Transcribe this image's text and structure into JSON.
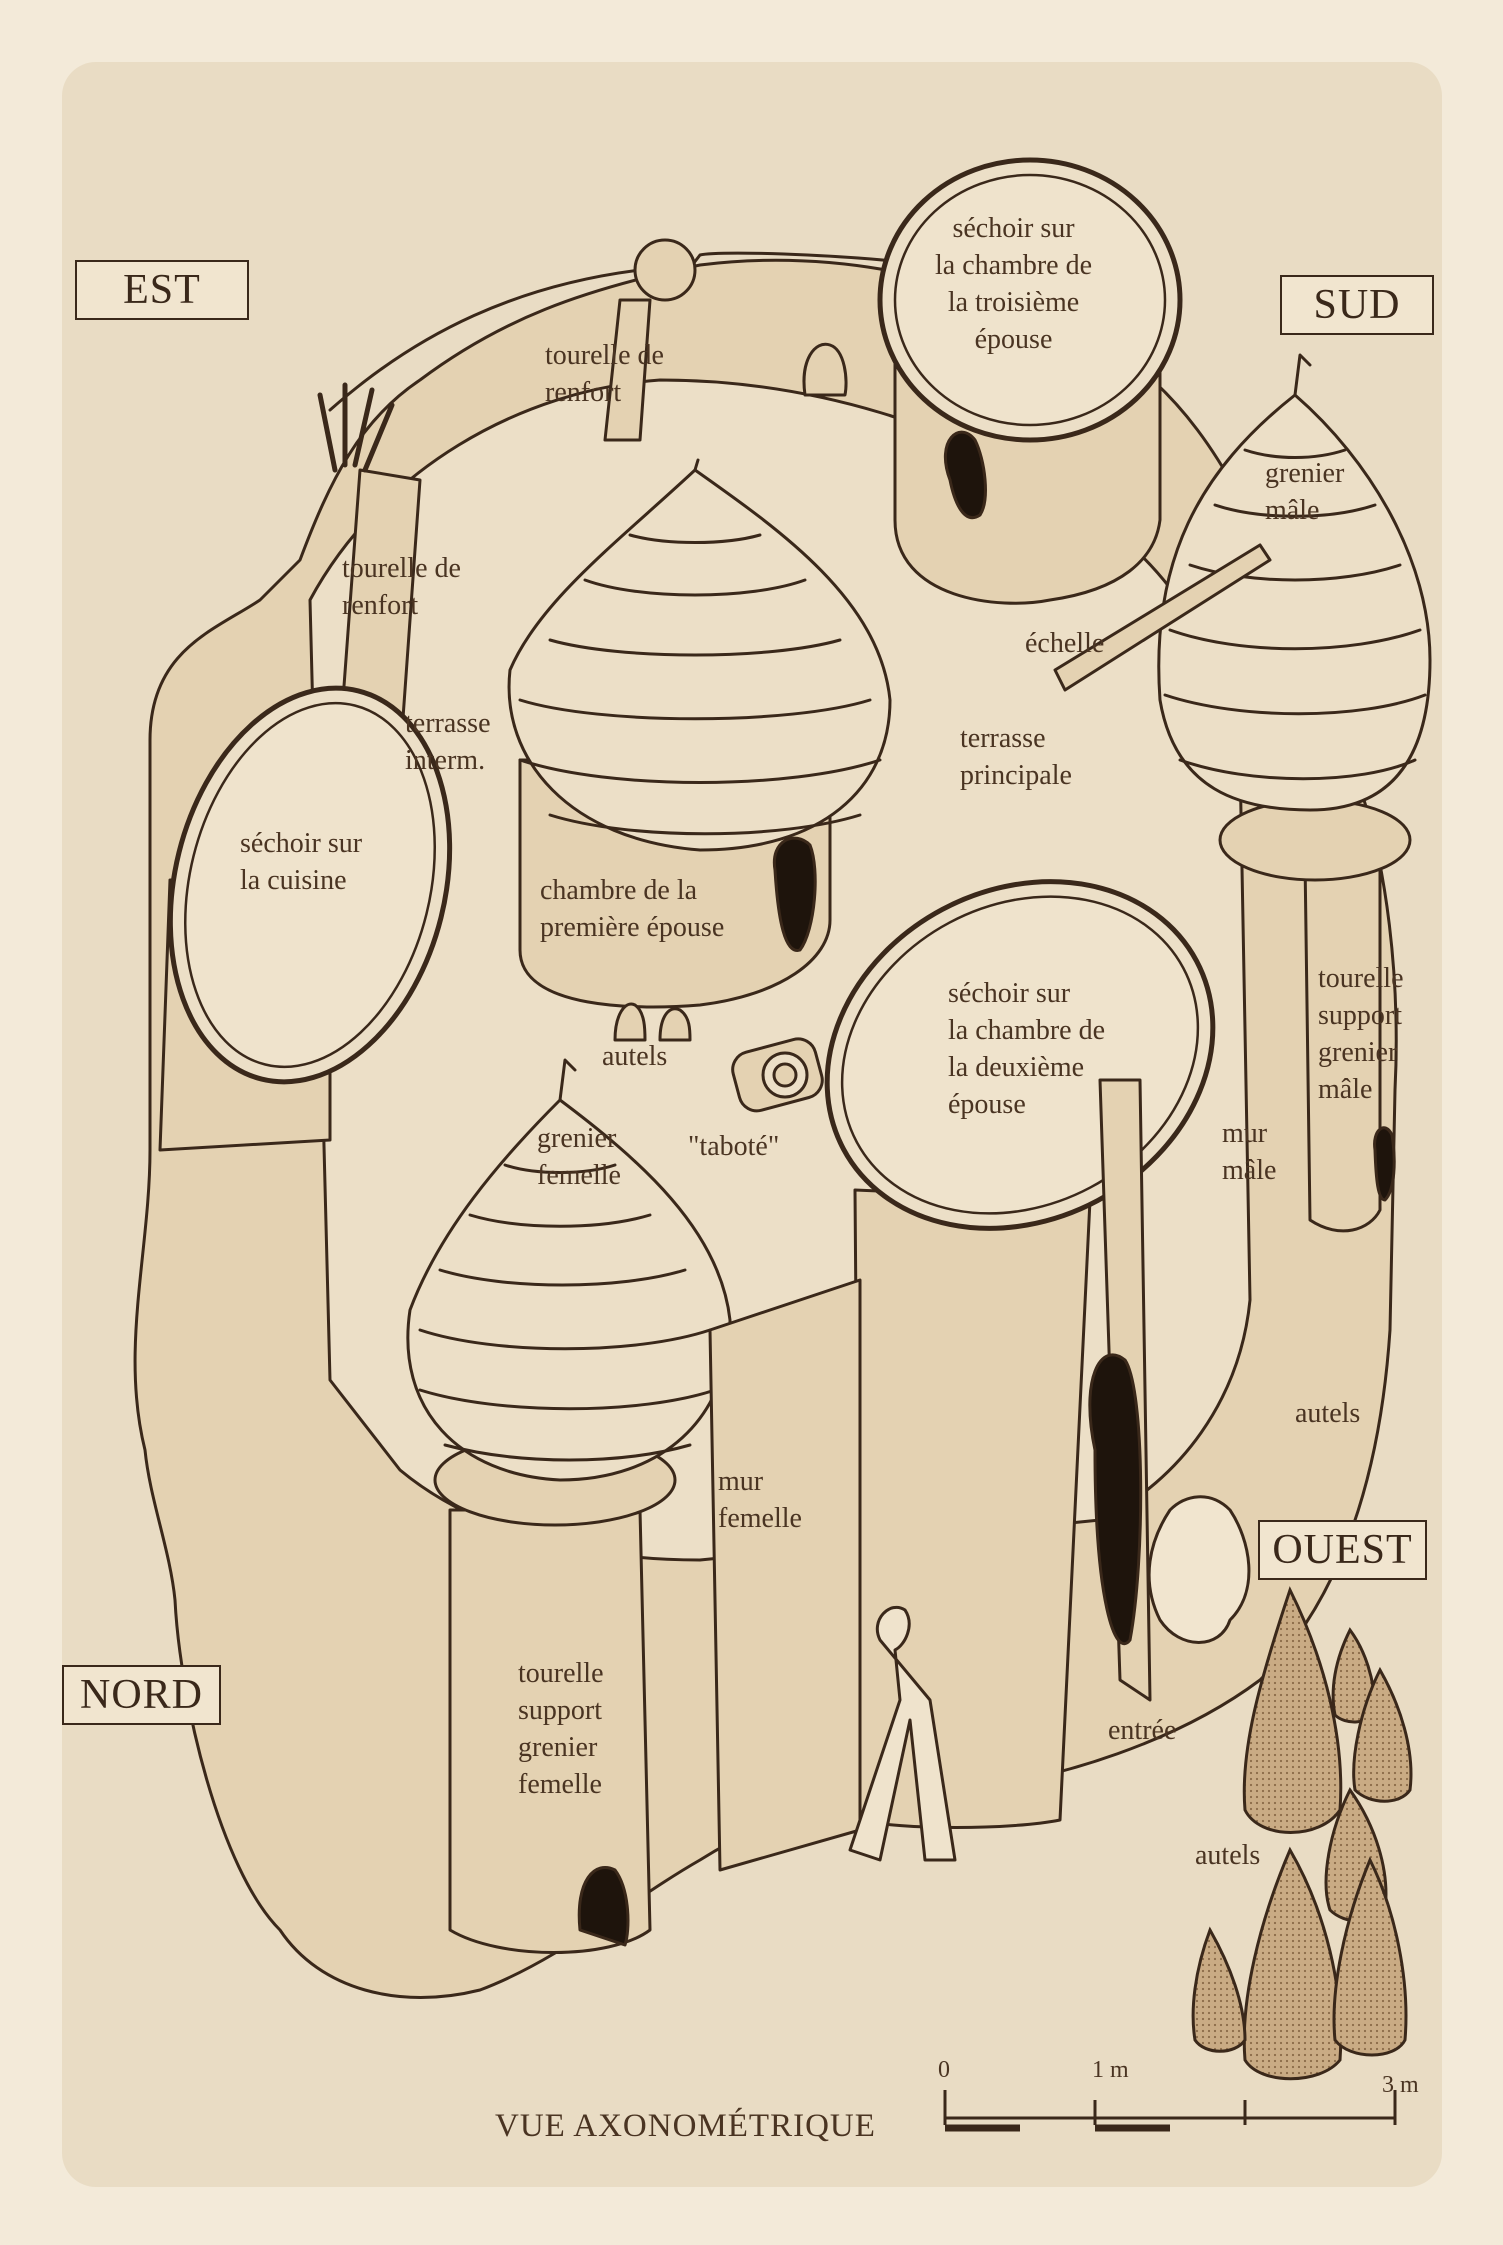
{
  "title": "VUE AXONOMÉTRIQUE",
  "orientation": {
    "est": "EST",
    "sud": "SUD",
    "nord": "NORD",
    "ouest": "OUEST"
  },
  "labels": {
    "sechoir_troisieme": "séchoir sur\nla chambre de\nla troisième\népouse",
    "tourelle_renfort_1": "tourelle de\nrenfort",
    "tourelle_renfort_2": "tourelle de\nrenfort",
    "grenier_male": "grenier\nmâle",
    "echelle": "échelle",
    "terrasse_interm": "terrasse\ninterm.",
    "terrasse_principale": "terrasse\nprincipale",
    "sechoir_cuisine": "séchoir sur\nla cuisine",
    "chambre_premiere": "chambre de la\npremière épouse",
    "autels_1": "autels",
    "tabote": "\"taboté\"",
    "sechoir_deuxieme": "séchoir sur\nla chambre de\nla deuxième\népouse",
    "tourelle_support_male": "tourelle\nsupport\ngrenier\nmâle",
    "mur_male": "mur\nmâle",
    "grenier_femelle": "grenier\nfemelle",
    "autels_2": "autels",
    "mur_femelle": "mur\nfemelle",
    "tourelle_support_femelle": "tourelle\nsupport\ngrenier\nfemelle",
    "entree": "entrée",
    "autels_3": "autels"
  },
  "scale": {
    "zero": "0",
    "one": "1 m",
    "three": "3 m"
  },
  "colors": {
    "paper": "#e9dcc4",
    "ink": "#3a281a",
    "text": "#4a3422",
    "wall": "#e4d2b2",
    "shade": "#c9ab84"
  }
}
